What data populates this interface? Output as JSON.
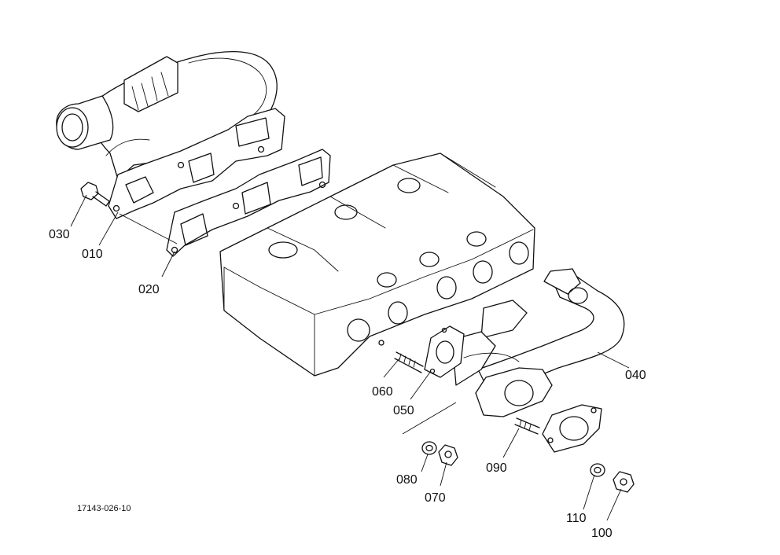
{
  "diagram": {
    "reference_code": "17143-026-10",
    "parts": [
      {
        "id": "p010",
        "label": "010",
        "name": "turbocharger exhaust manifold"
      },
      {
        "id": "p020",
        "label": "020",
        "name": "manifold gasket"
      },
      {
        "id": "p030",
        "label": "030",
        "name": "bolt"
      },
      {
        "id": "p040",
        "label": "040",
        "name": "exhaust manifold pipe"
      },
      {
        "id": "p050",
        "label": "050",
        "name": "flange gasket"
      },
      {
        "id": "p060",
        "label": "060",
        "name": "stud"
      },
      {
        "id": "p070",
        "label": "070",
        "name": "nut"
      },
      {
        "id": "p080",
        "label": "080",
        "name": "washer"
      },
      {
        "id": "p090",
        "label": "090",
        "name": "stud"
      },
      {
        "id": "p100",
        "label": "100",
        "name": "nut"
      },
      {
        "id": "p110",
        "label": "110",
        "name": "washer"
      }
    ]
  }
}
